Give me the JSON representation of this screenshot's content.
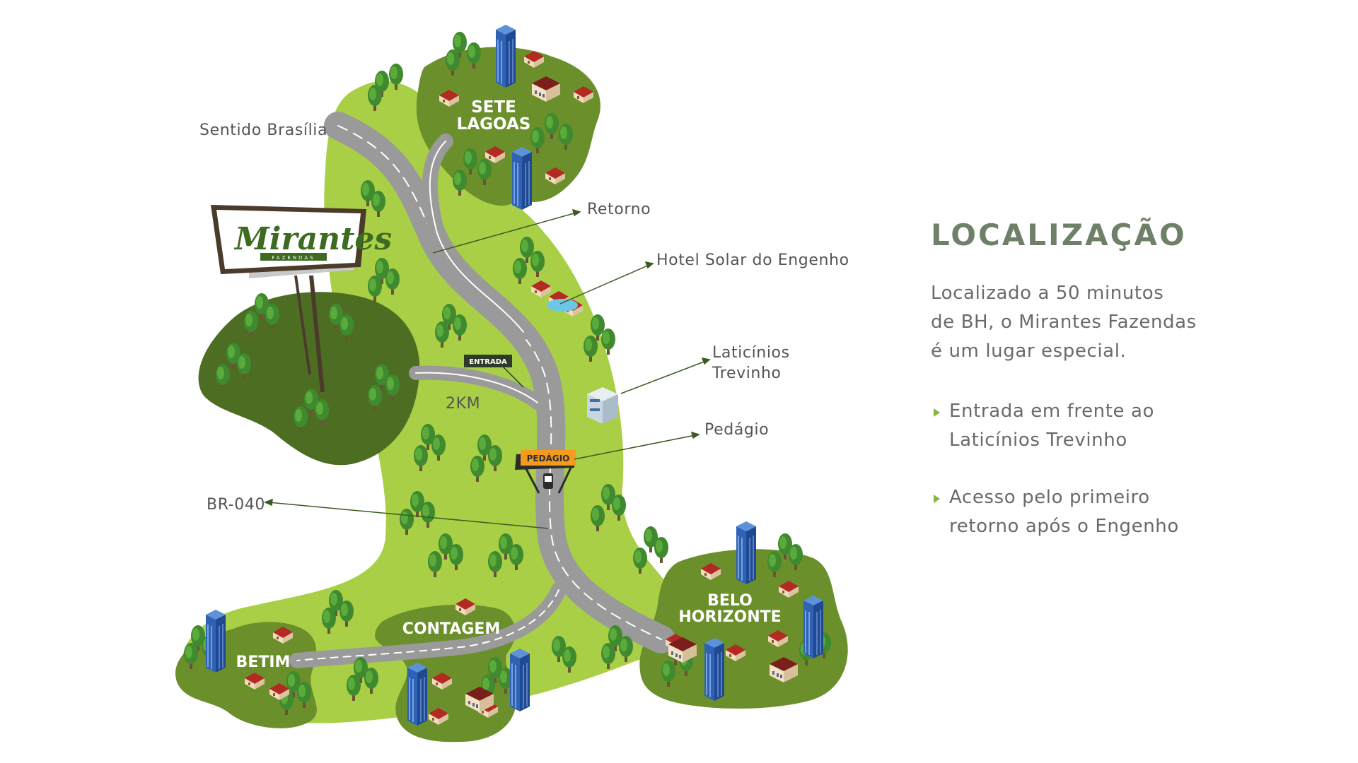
{
  "map": {
    "logo": {
      "word": "Mirantes",
      "sub": "FAZENDAS"
    },
    "cities": {
      "sete_lagoas": [
        "SETE",
        "LAGOAS"
      ],
      "belo_horizonte": [
        "BELO",
        "HORIZONTE"
      ],
      "contagem": "CONTAGEM",
      "betim": "BETIM"
    },
    "road_labels": {
      "entrada": "ENTRADA",
      "pedagio_sign": "PEDÁGIO",
      "distance": "2KM"
    },
    "callouts": {
      "sentido": "Sentido Brasília",
      "retorno": "Retorno",
      "hotel": "Hotel Solar do Engenho",
      "laticinios": [
        "Laticínios",
        "Trevinho"
      ],
      "pedagio": "Pedágio",
      "br040": "BR-040"
    }
  },
  "info": {
    "title": "LOCALIZAÇÃO",
    "description": "Localizado a 50 minutos\nde BH, o Mirantes Fazendas\né um lugar especial.",
    "bullets": [
      "Entrada em frente ao\nLaticínios Trevinho",
      "Acesso pelo primeiro\nretorno após o Engenho"
    ]
  },
  "colors": {
    "light_green": "#a8cf45",
    "dark_green": "#6b8f2a",
    "forest": "#4d6e22",
    "road": "#9a9a9a",
    "title": "#6f8069",
    "text": "#6a6a6a",
    "bullet": "#8db43a",
    "toll": "#f39a1f"
  }
}
